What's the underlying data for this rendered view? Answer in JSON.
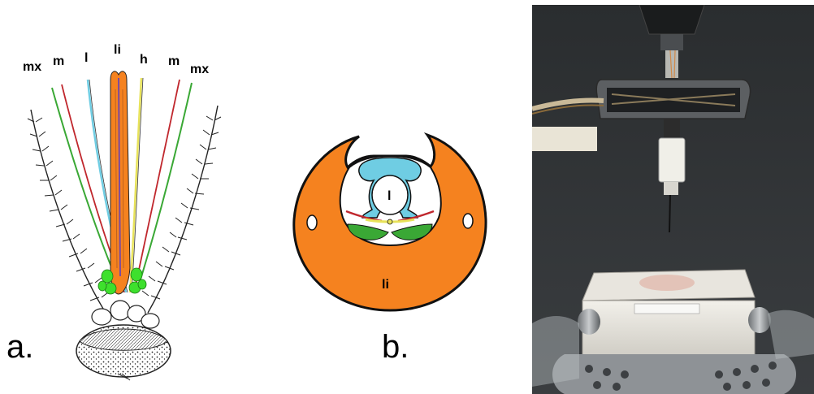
{
  "panel_a": {
    "panel_label": "a.",
    "labels": {
      "mx_left": "mx",
      "m_left": "m",
      "l": "l",
      "li": "li",
      "h": "h",
      "m_right": "m",
      "mx_right": "mx"
    }
  },
  "panel_b": {
    "panel_label": "b.",
    "inner_label": "l",
    "outer_label": "li"
  },
  "colors": {
    "labium_orange": "#f5821f",
    "labrum_blue": "#6fcde3",
    "maxilla_green": "#3aa835",
    "mandible_red": "#c0272d",
    "hypopharynx_yellow": "#e8e35a",
    "highlight_green": "#3ee02d",
    "photo_background": "#2e3133"
  }
}
